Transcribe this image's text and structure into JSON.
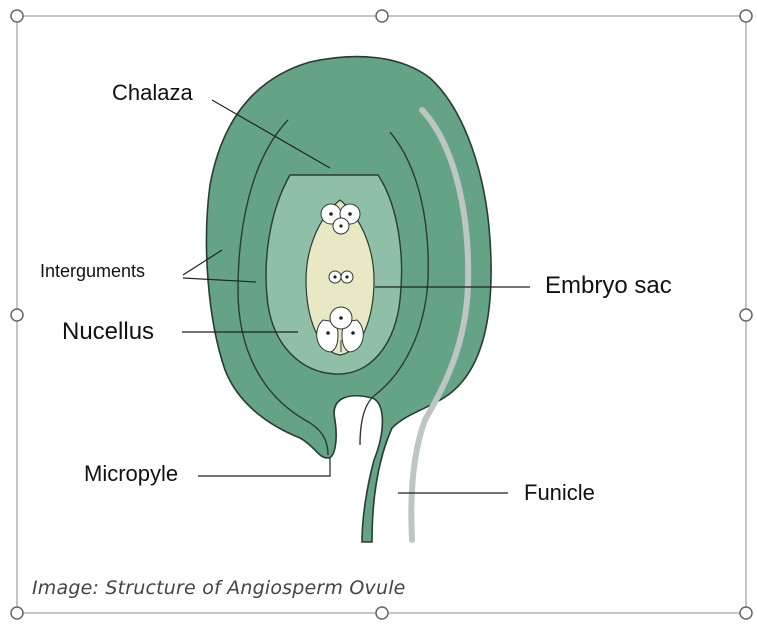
{
  "diagram": {
    "labels": {
      "chalaza": "Chalaza",
      "integuments": "Interguments",
      "nucellus": "Nucellus",
      "embryo_sac": "Embryo sac",
      "micropyle": "Micropyle",
      "funicle": "Funicle"
    },
    "caption": "Image: Structure of Angiosperm Ovule"
  },
  "colors": {
    "outer_tissue": "#64a385",
    "mid_tissue": "#5e9c7f",
    "nucellus": "#8fc0a7",
    "embryo_sac": "#e8e8c4",
    "funicle_stripe": "#bcc6c2",
    "outline": "#2b3b33",
    "selection_frame": "#9aa0a6"
  }
}
